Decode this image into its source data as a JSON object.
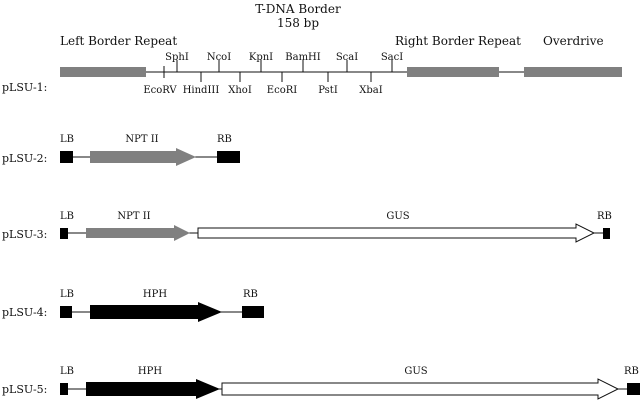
{
  "header": {
    "title_line1": "T-DNA Border",
    "title_line2": "158 bp"
  },
  "construct1": {
    "name": "pLSU-1:",
    "left_border": "Left Border Repeat",
    "right_border": "Right Border Repeat",
    "overdrive": "Overdrive",
    "sites_top": [
      "SphI",
      "NcoI",
      "KpnI",
      "BamHI",
      "ScaI",
      "SacI"
    ],
    "sites_bottom": [
      "EcoRV",
      "HindIII",
      "XhoI",
      "EcoRI",
      "PstI",
      "XbaI"
    ]
  },
  "constructs": [
    {
      "name": "pLSU-2:",
      "lb": "LB",
      "rb": "RB",
      "genes": [
        "NPT II"
      ]
    },
    {
      "name": "pLSU-3:",
      "lb": "LB",
      "rb": "RB",
      "genes": [
        "NPT II",
        "GUS"
      ]
    },
    {
      "name": "pLSU-4:",
      "lb": "LB",
      "rb": "RB",
      "genes": [
        "HPH"
      ]
    },
    {
      "name": "pLSU-5:",
      "lb": "LB",
      "rb": "RB",
      "genes": [
        "HPH",
        "GUS"
      ]
    }
  ],
  "colors": {
    "border_box": "#808080",
    "black": "#000000",
    "grey_arrow": "#808080",
    "white_arrow": "#ffffff"
  }
}
